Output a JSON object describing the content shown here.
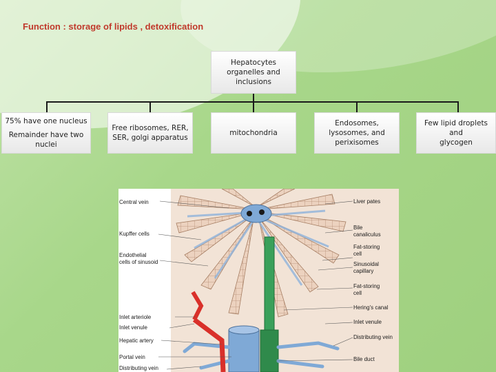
{
  "title": "Function : storage of lipids , detoxification",
  "root": {
    "lines": [
      "Hepatocytes",
      "organelles and",
      "inclusions"
    ]
  },
  "children": [
    {
      "lines": [
        "75% have one nucleus"
      ],
      "lines2": [
        "Remainder have two",
        "nuclei"
      ]
    },
    {
      "lines": [
        "Free ribosomes, RER,",
        "SER, golgi apparatus"
      ]
    },
    {
      "lines": [
        "mitochondria"
      ]
    },
    {
      "lines": [
        "Endosomes,",
        "lysosomes, and",
        "perixisomes"
      ]
    },
    {
      "lines": [
        "Few lipid droplets and",
        "glycogen"
      ]
    }
  ],
  "figure": {
    "left_labels": [
      "Central vein",
      "Kupffer cells",
      "Endothelial",
      "cells of sinusoid",
      "Inlet arteriole",
      "Inlet venule",
      "Hepatic artery",
      "Portal vein",
      "Distributing vein"
    ],
    "right_labels": [
      "Liver pates",
      "Bile",
      "canaliculus",
      "Fat-storing",
      "cell",
      "Sinusoidal",
      "capillary",
      "Fat-storing",
      "cell",
      "Hering's canal",
      "Inlet venule",
      "Distributing vein",
      "Bile duct"
    ]
  },
  "colors": {
    "title": "#c0392b",
    "background": "#a8d78a",
    "vein_blue": "#7fa9d6",
    "artery_red": "#d9302a",
    "duct_green": "#3aa05a",
    "cell_tan": "#e9cdb9"
  }
}
